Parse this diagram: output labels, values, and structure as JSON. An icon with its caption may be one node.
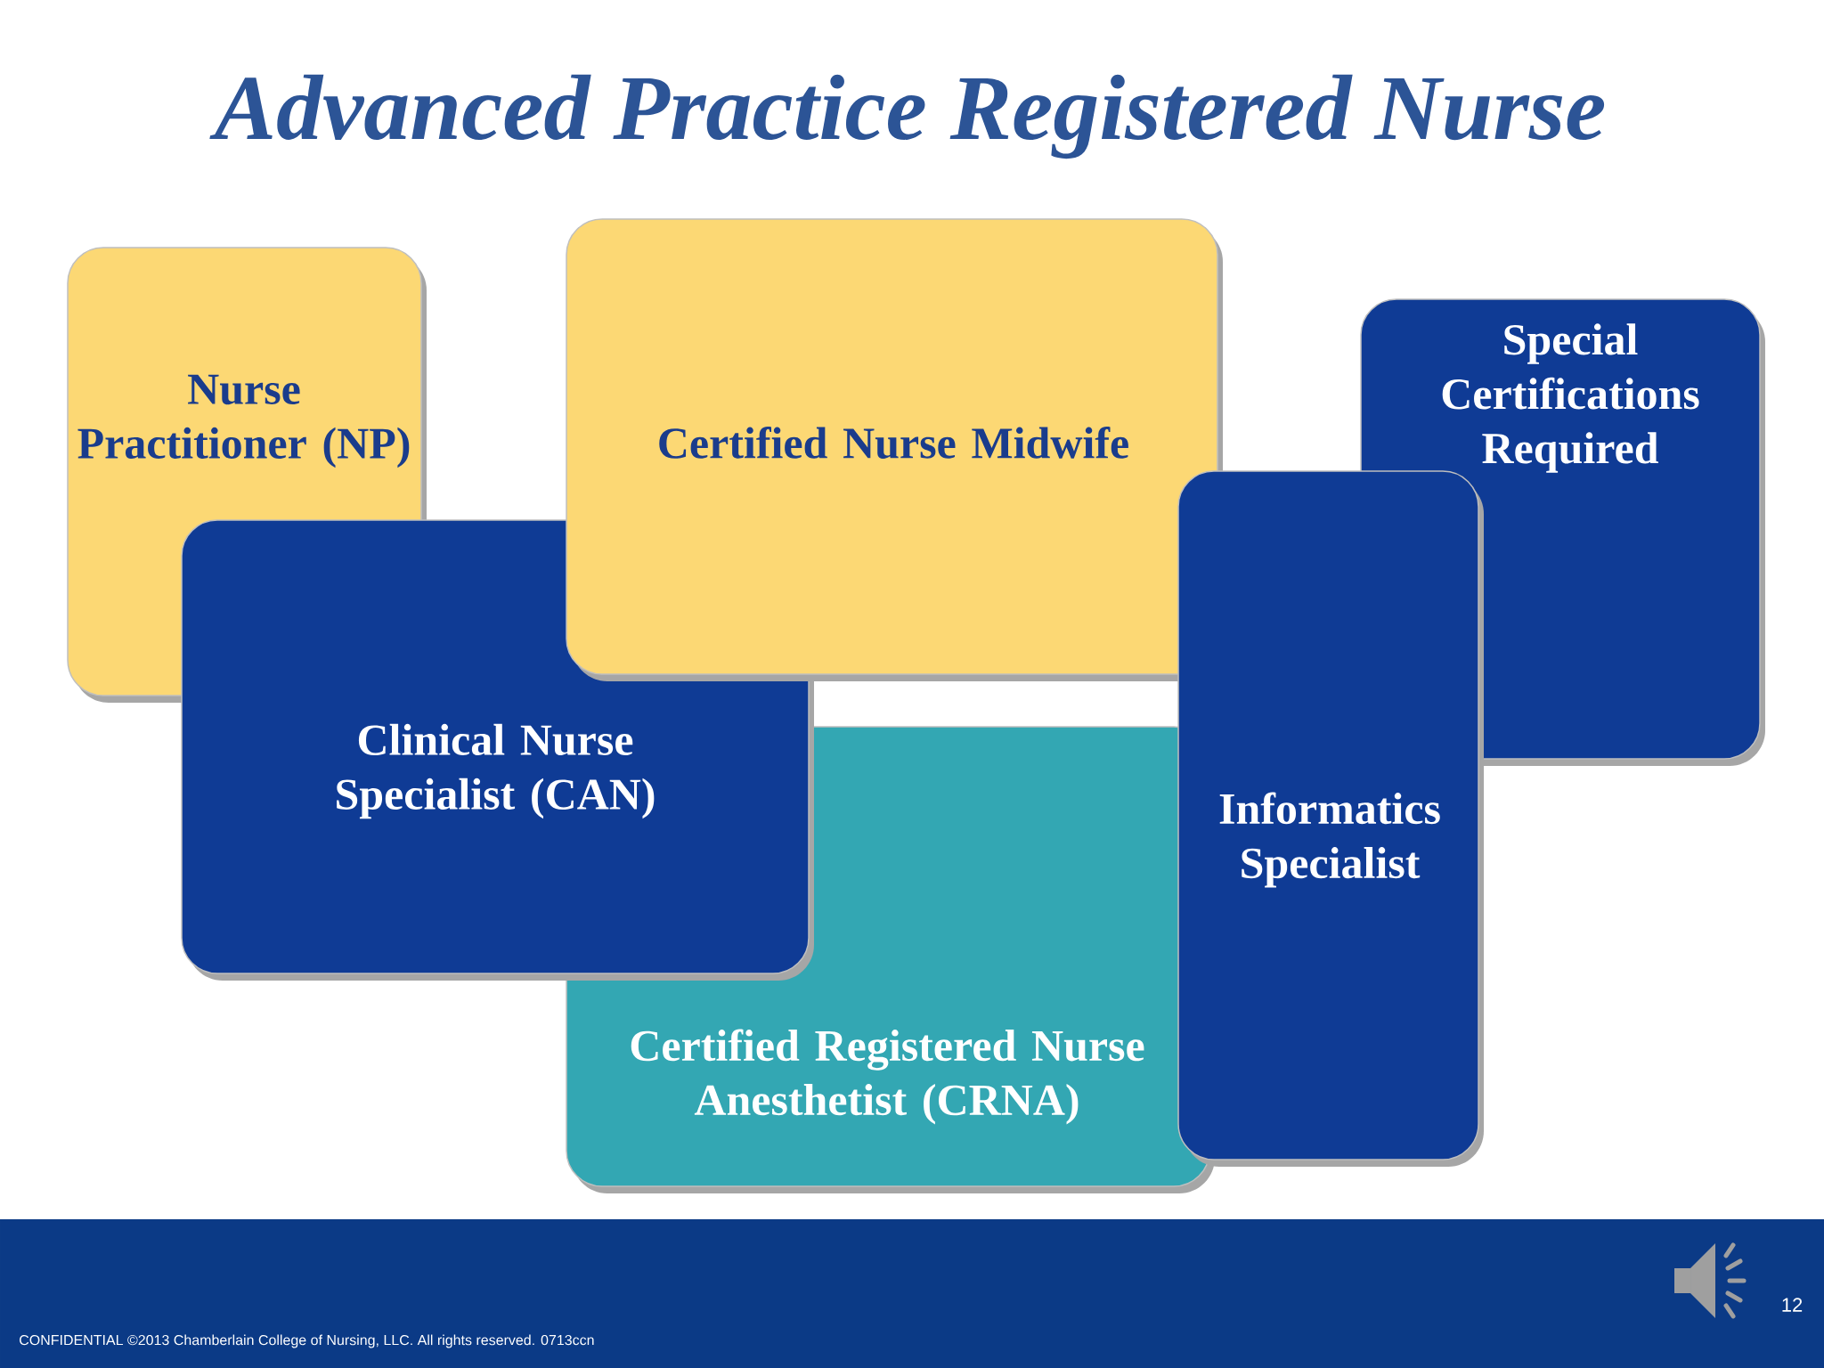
{
  "diagram": {
    "title": "Advanced Practice Registered Nurse",
    "nodes": [
      {
        "text": [
          "Nurse Practitioner (NP)"
        ]
      },
      {
        "text": [
          "Certified Nurse Midwife"
        ]
      },
      {
        "text": [
          "Special Certifications Required"
        ]
      },
      {
        "text": [
          "Clinical Nurse Specialist (CAN)"
        ]
      },
      {
        "text": [
          "Informatics Specialist"
        ]
      },
      {
        "text": [
          "Certified Registered Nurse Anesthetist (CRNA)"
        ]
      }
    ],
    "labels": [
      "CONFIDENTIAL ©2013 Chamberlain College of Nursing, LLC. All rights reserved. 0713ccn",
      "12"
    ]
  }
}
